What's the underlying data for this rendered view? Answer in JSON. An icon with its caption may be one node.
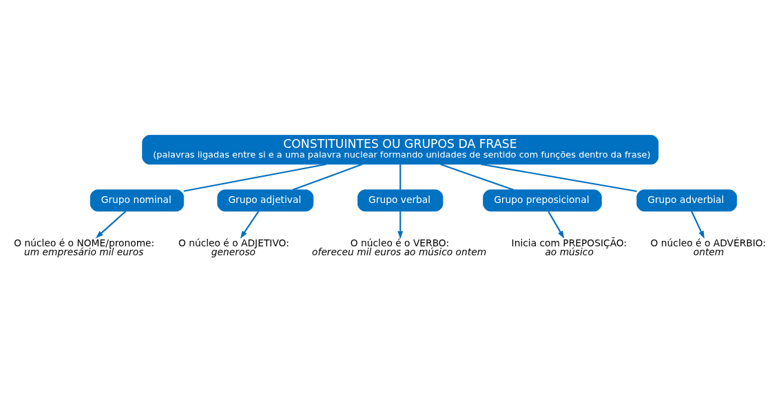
{
  "diagram": {
    "nodes": [
      {
        "text": [
          "CONSTITUINTES OU GRUPOS DA FRASE",
          "(palavras ligadas entre si e a uma palavra nuclear formando unidades de sentido com funções dentro da frase)"
        ]
      },
      {
        "text": [
          "Grupo nominal"
        ]
      },
      {
        "text": [
          "Grupo adjetival"
        ]
      },
      {
        "text": [
          "Grupo verbal"
        ]
      },
      {
        "text": [
          "Grupo preposicional"
        ]
      },
      {
        "text": [
          "Grupo adverbial"
        ]
      },
      {
        "text": [
          "O núcleo é o NOME/pronome:",
          "um empresário mil euros"
        ]
      },
      {
        "text": [
          "O núcleo é o ADJETIVO:",
          "generoso"
        ]
      },
      {
        "text": [
          "O núcleo é o VERBO:",
          "ofereceu mil euros ao músico ontem"
        ]
      },
      {
        "text": [
          "Inicia com PREPOSIÇÃO:",
          "ao músico"
        ]
      },
      {
        "text": [
          "O núcleo é o ADVÉRBIO:",
          "ontem"
        ]
      }
    ],
    "edges": [
      {
        "from": 0,
        "to": 1,
        "arrow": "none"
      },
      {
        "from": 0,
        "to": 2,
        "arrow": "none"
      },
      {
        "from": 0,
        "to": 3,
        "arrow": "none"
      },
      {
        "from": 0,
        "to": 4,
        "arrow": "none"
      },
      {
        "from": 0,
        "to": 5,
        "arrow": "none"
      },
      {
        "from": 1,
        "to": 6,
        "arrow": "to"
      },
      {
        "from": 2,
        "to": 7,
        "arrow": "to"
      },
      {
        "from": 3,
        "to": 8,
        "arrow": "to"
      },
      {
        "from": 4,
        "to": 9,
        "arrow": "to"
      },
      {
        "from": 5,
        "to": 10,
        "arrow": "to"
      }
    ]
  }
}
